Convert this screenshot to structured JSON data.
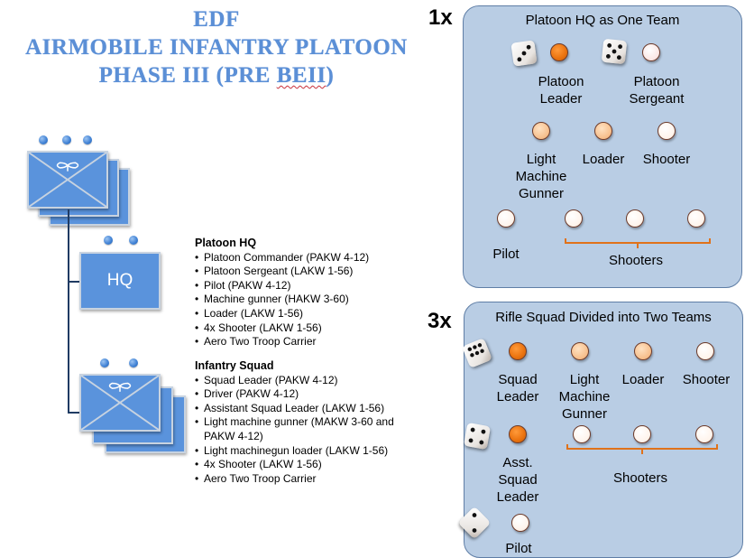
{
  "title": {
    "line1": "EDF",
    "line2": "AIRMOBILE INFANTRY PLATOON",
    "line3a": "PHASE III (PRE ",
    "line3b": "BEII",
    "line3c": ")"
  },
  "colors": {
    "title": "#5b8fd6",
    "unit_fill": "#5a93dc",
    "panel_fill": "#b9cde4",
    "panel_border": "#5f7ea6",
    "leader_token": "#ec7511",
    "bracket": "#e0721a",
    "connector": "#1f3b63"
  },
  "org_chart": {
    "platoon_symbol": {
      "echelon_dots": 3,
      "icon": "airmobile-infantry-icon"
    },
    "hq_symbol": {
      "label": "HQ",
      "echelon_dots": 2
    },
    "squad_symbol": {
      "echelon_dots": 2,
      "icon": "airmobile-infantry-icon"
    }
  },
  "platoon_hq": {
    "heading": "Platoon HQ",
    "items": [
      "Platoon Commander (PAKW 4-12)",
      "Platoon Sergeant (LAKW 1-56)",
      "Pilot (PAKW 4-12)",
      "Machine gunner (HAKW 3-60)",
      "Loader (LAKW 1-56)",
      "4x Shooter (LAKW 1-56)",
      "Aero Two Troop Carrier"
    ]
  },
  "infantry_squad": {
    "heading": "Infantry Squad",
    "items": [
      "Squad Leader (PAKW 4-12)",
      "Driver (PAKW 4-12)",
      "Assistant Squad Leader (LAKW 1-56)",
      "Light machine gunner (MAKW 3-60 and PAKW 4-12)",
      "Light machinegun loader (LAKW 1-56)",
      "4x Shooter (LAKW 1-56)",
      "Aero Two Troop Carrier"
    ]
  },
  "panel_hq": {
    "multiplier": "1x",
    "title": "Platoon HQ as One Team",
    "dice": [
      3,
      5
    ],
    "roles": {
      "platoon_leader": "Platoon\nLeader",
      "platoon_sergeant": "Platoon\nSergeant",
      "lmg": "Light\nMachine\nGunner",
      "loader": "Loader",
      "shooter": "Shooter",
      "pilot": "Pilot",
      "shooters": "Shooters"
    }
  },
  "panel_squad": {
    "multiplier": "3x",
    "title": "Rifle Squad Divided into Two Teams",
    "dice": [
      6,
      4,
      2
    ],
    "roles": {
      "squad_leader": "Squad\nLeader",
      "lmg": "Light\nMachine\nGunner",
      "loader": "Loader",
      "shooter": "Shooter",
      "asst_leader": "Asst.\nSquad\nLeader",
      "shooters": "Shooters",
      "pilot": "Pilot"
    }
  }
}
